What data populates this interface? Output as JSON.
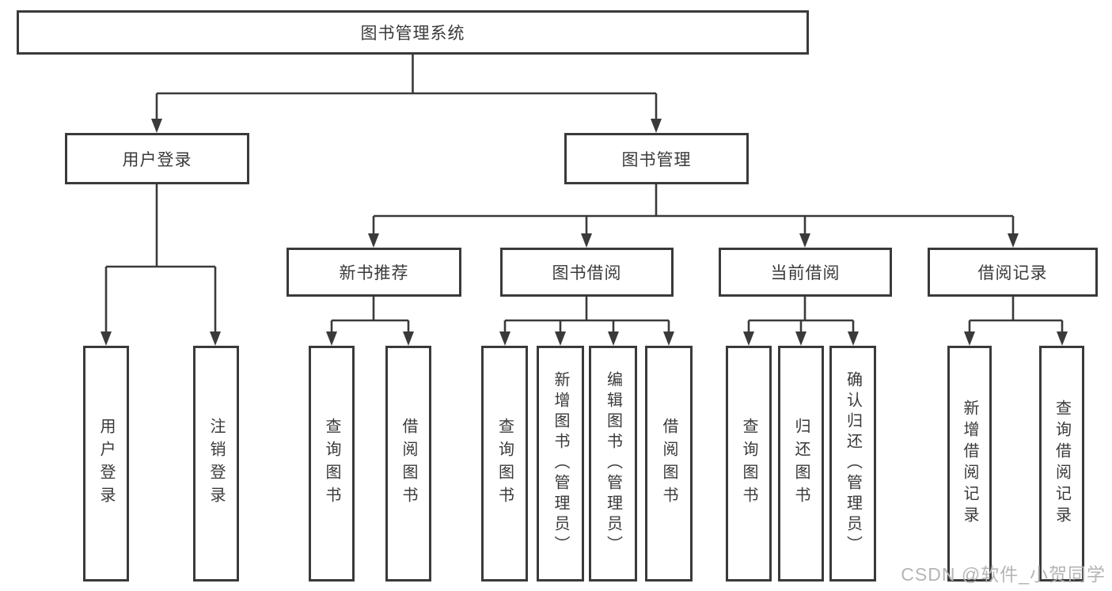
{
  "diagram_title": "图书管理系统",
  "tree": {
    "label": "图书管理系统",
    "children": [
      {
        "label": "用户登录",
        "children": [
          {
            "label": "用户登录"
          },
          {
            "label": "注销登录"
          }
        ]
      },
      {
        "label": "图书管理",
        "children": [
          {
            "label": "新书推荐",
            "children": [
              {
                "label": "查询图书"
              },
              {
                "label": "借阅图书"
              }
            ]
          },
          {
            "label": "图书借阅",
            "children": [
              {
                "label": "查询图书"
              },
              {
                "label": "新增图书（管理员）"
              },
              {
                "label": "编辑图书（管理员）"
              },
              {
                "label": "借阅图书"
              }
            ]
          },
          {
            "label": "当前借阅",
            "children": [
              {
                "label": "查询图书"
              },
              {
                "label": "归还图书"
              },
              {
                "label": "确认归还（管理员）"
              }
            ]
          },
          {
            "label": "借阅记录",
            "children": [
              {
                "label": "新增借阅记录"
              },
              {
                "label": "查询借阅记录"
              }
            ]
          }
        ]
      }
    ]
  },
  "watermark": "CSDN @软件_小贺同学",
  "colors": {
    "line": "#3a3a3a",
    "text": "#3a3a3a",
    "bg": "#ffffff",
    "watermark": "#b5b5b5"
  }
}
